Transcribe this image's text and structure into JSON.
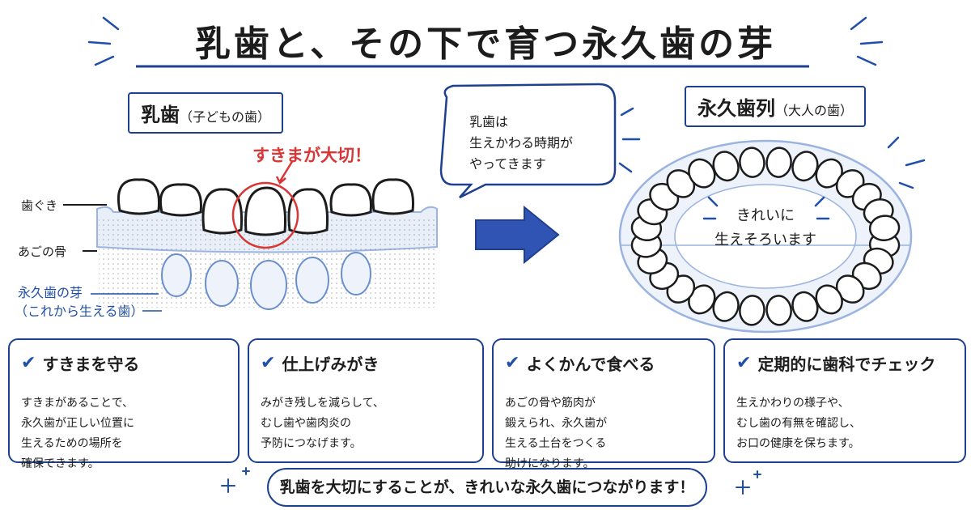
{
  "title": "乳歯と、その下で育つ永久歯の芽",
  "left_section": {
    "label_main": "乳歯",
    "label_sub": "（子どもの歯）",
    "callout": "すきまが大切！",
    "gum_label": "歯ぐき",
    "bone_label": "あごの骨",
    "bud_label_1": "永久歯の芽",
    "bud_label_2": "（これから生える歯）"
  },
  "speech_bubble": {
    "line1": "乳歯は",
    "line2": "生えかわる時期が",
    "line3": "やってきます"
  },
  "right_section": {
    "label_main": "永久歯列",
    "label_sub": "（大人の歯）",
    "center_line1": "きれいに",
    "center_line2": "生えそろいます"
  },
  "cards": [
    {
      "heading": "すきまを守る",
      "lines": [
        "すきまがあることで、",
        "永久歯が正しい位置に",
        "生えるための場所を",
        "確保できます。"
      ],
      "icon": "smiling-teeth-icon"
    },
    {
      "heading": "仕上げみがき",
      "lines": [
        "みがき残しを減らして、",
        "むし歯や歯肉炎の",
        "予防につなげます。"
      ],
      "icon": "toothbrush-icon"
    },
    {
      "heading": "よくかんで食べる",
      "lines": [
        "あごの骨や筋肉が",
        "鍛えられ、永久歯が",
        "生える土台をつくる",
        "助けになります。"
      ],
      "icon": "carrot-icon"
    },
    {
      "heading": "定期的に歯科でチェック",
      "lines": [
        "生えかわりの様子や、",
        "むし歯の有無を確認し、",
        "お口の健康を保ちます。"
      ],
      "icon": "magnifier-icon"
    }
  ],
  "banner": "乳歯を大切にすることが、きれいな永久歯につながります！",
  "colors": {
    "navy": "#1f3f8f",
    "blue": "#1f4fa8",
    "light_blue": "#9ab3e0",
    "red": "#d93636"
  }
}
